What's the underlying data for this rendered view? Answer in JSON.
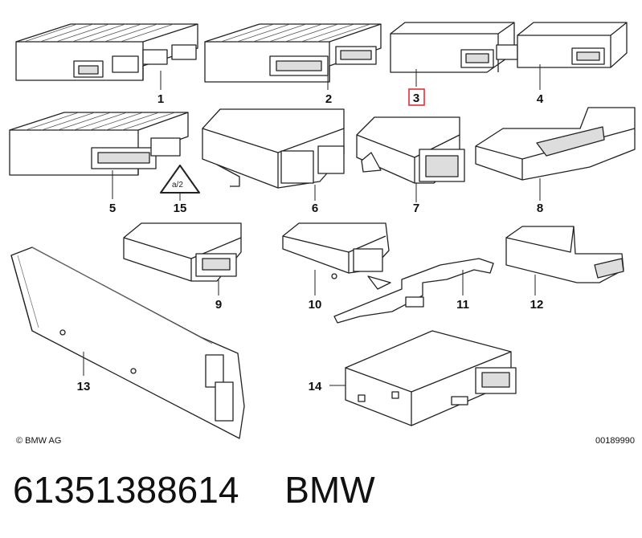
{
  "diagram": {
    "callouts": [
      {
        "id": "1",
        "label": "1"
      },
      {
        "id": "2",
        "label": "2"
      },
      {
        "id": "3",
        "label": "3",
        "highlight": true
      },
      {
        "id": "4",
        "label": "4"
      },
      {
        "id": "5",
        "label": "5"
      },
      {
        "id": "15",
        "label": "15"
      },
      {
        "id": "6",
        "label": "6"
      },
      {
        "id": "7",
        "label": "7"
      },
      {
        "id": "8",
        "label": "8"
      },
      {
        "id": "9",
        "label": "9"
      },
      {
        "id": "10",
        "label": "10"
      },
      {
        "id": "11",
        "label": "11"
      },
      {
        "id": "12",
        "label": "12"
      },
      {
        "id": "13",
        "label": "13"
      },
      {
        "id": "14",
        "label": "14"
      }
    ],
    "highlight_color": "#e0303a",
    "copyright": "© BMW AG",
    "image_code": "00189990"
  },
  "footer": {
    "part_number": "61351388614",
    "brand": "BMW"
  }
}
